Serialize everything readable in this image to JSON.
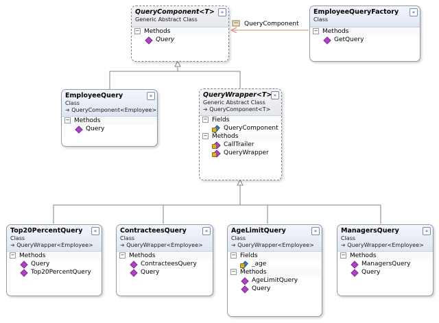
{
  "shapes": {
    "query_component": {
      "title": "QueryComponent<T>",
      "kind": "Generic Abstract Class",
      "sections": [
        {
          "label": "Methods",
          "items": [
            "Query"
          ]
        }
      ]
    },
    "employee_query_factory": {
      "title": "EmployeeQueryFactory",
      "kind": "Class",
      "sections": [
        {
          "label": "Methods",
          "items": [
            "GetQuery"
          ]
        }
      ]
    },
    "employee_query": {
      "title": "EmployeeQuery",
      "kind": "Class",
      "base": "QueryComponent<Employee>",
      "sections": [
        {
          "label": "Methods",
          "items": [
            "Query"
          ]
        }
      ]
    },
    "query_wrapper": {
      "title": "QueryWrapper<T>",
      "kind": "Generic Abstract Class",
      "base": "QueryComponent<T>",
      "sections": [
        {
          "label": "Fields",
          "items": [
            "QueryComponent"
          ]
        },
        {
          "label": "Methods",
          "items": [
            "CallTrailer",
            "QueryWrapper"
          ]
        }
      ]
    },
    "top20_percent_query": {
      "title": "Top20PercentQuery",
      "kind": "Class",
      "base": "QueryWrapper<Employee>",
      "sections": [
        {
          "label": "Methods",
          "items": [
            "Query",
            "Top20PercentQuery"
          ]
        }
      ]
    },
    "contractees_query": {
      "title": "ContracteesQuery",
      "kind": "Class",
      "base": "QueryWrapper<Employee>",
      "sections": [
        {
          "label": "Methods",
          "items": [
            "ContracteesQuery",
            "Query"
          ]
        }
      ]
    },
    "age_limit_query": {
      "title": "AgeLimitQuery",
      "kind": "Class",
      "base": "QueryWrapper<Employee>",
      "sections": [
        {
          "label": "Fields",
          "items": [
            "_age"
          ]
        },
        {
          "label": "Methods",
          "items": [
            "AgeLimitQuery",
            "Query"
          ]
        }
      ]
    },
    "managers_query": {
      "title": "ManagersQuery",
      "kind": "Class",
      "base": "QueryWrapper<Employee>",
      "sections": [
        {
          "label": "Methods",
          "items": [
            "ManagersQuery",
            "Query"
          ]
        }
      ]
    }
  },
  "association_label": "QueryComponent",
  "glyphs": {
    "collapse": "«",
    "toggle": "−",
    "inherits": "➜"
  },
  "colors": {
    "association_line": "#e08070",
    "inheritance_line": "#808080"
  }
}
